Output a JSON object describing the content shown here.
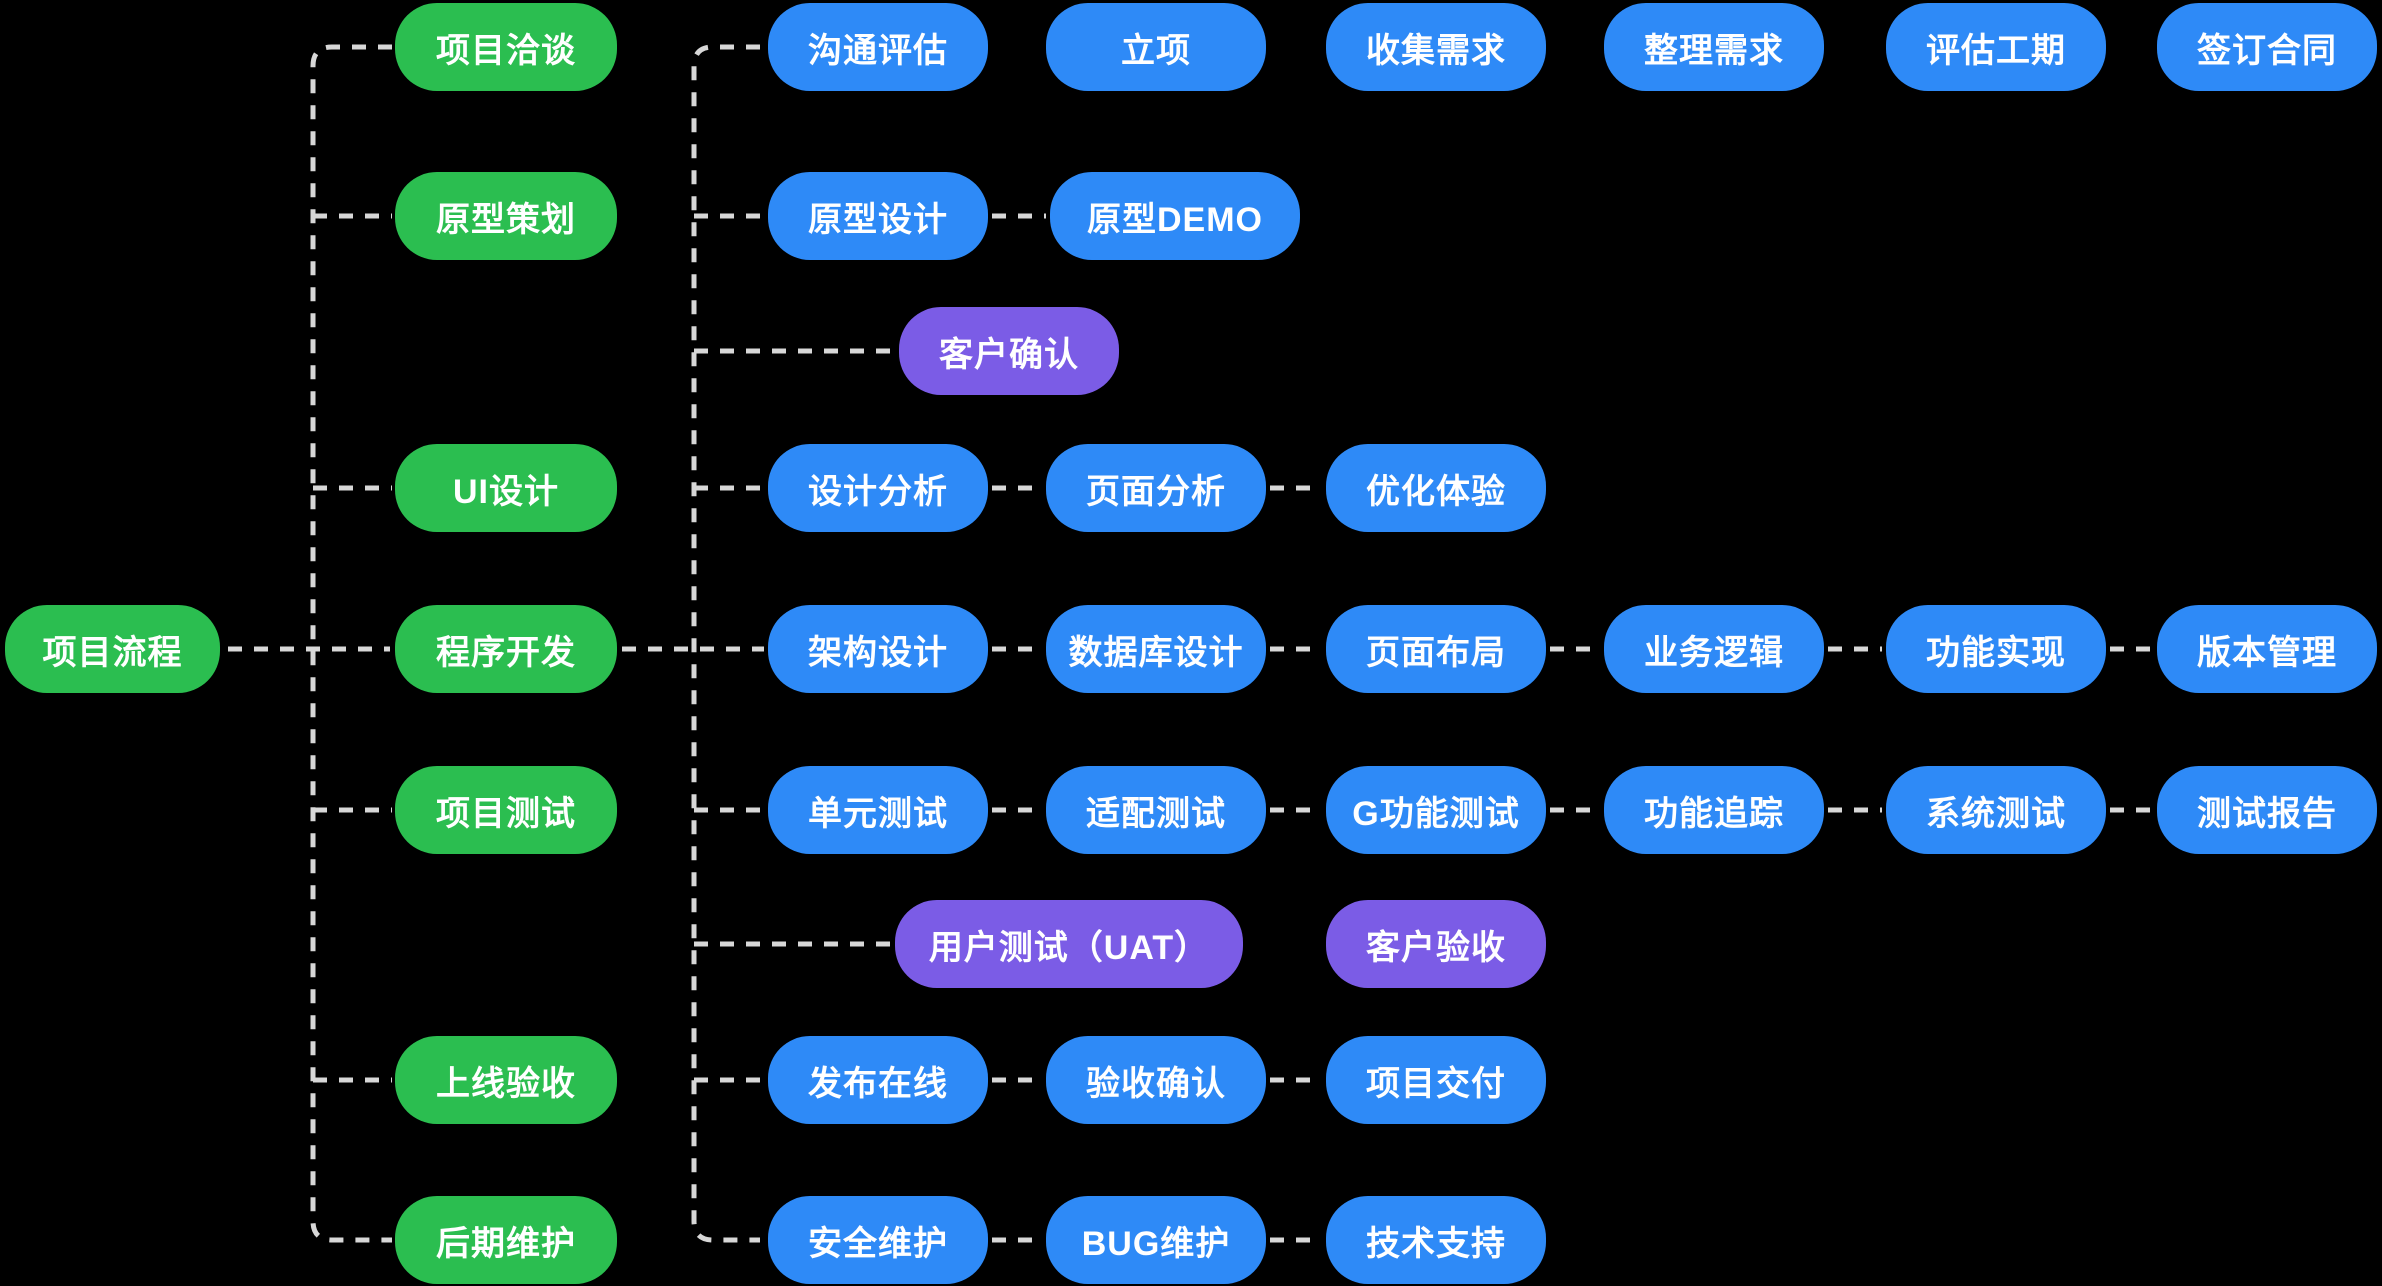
{
  "colors": {
    "green": "#2BBE50",
    "blue": "#2E8AF7",
    "purple": "#7B5CE6",
    "connector": "#D7D7D7",
    "background": "#000000",
    "text": "#FFFFFF"
  },
  "diagram": {
    "root": {
      "label": "项目流程",
      "color": "green"
    },
    "rows": [
      {
        "branch": {
          "label": "项目洽谈",
          "color": "green"
        },
        "linked": false,
        "nodes": [
          {
            "label": "沟通评估",
            "color": "blue"
          },
          {
            "label": "立项",
            "color": "blue"
          },
          {
            "label": "收集需求",
            "color": "blue"
          },
          {
            "label": "整理需求",
            "color": "blue"
          },
          {
            "label": "评估工期",
            "color": "blue"
          },
          {
            "label": "签订合同",
            "color": "blue"
          }
        ]
      },
      {
        "branch": {
          "label": "原型策划",
          "color": "green"
        },
        "linked": true,
        "nodes": [
          {
            "label": "原型设计",
            "color": "blue"
          },
          {
            "label": "原型DEMO",
            "color": "blue"
          }
        ]
      },
      {
        "branch": null,
        "linked": false,
        "nodes": [
          {
            "label": "客户确认",
            "color": "purple"
          }
        ]
      },
      {
        "branch": {
          "label": "UI设计",
          "color": "green"
        },
        "linked": true,
        "nodes": [
          {
            "label": "设计分析",
            "color": "blue"
          },
          {
            "label": "页面分析",
            "color": "blue"
          },
          {
            "label": "优化体验",
            "color": "blue"
          }
        ]
      },
      {
        "branch": {
          "label": "程序开发",
          "color": "green"
        },
        "linked": true,
        "nodes": [
          {
            "label": "架构设计",
            "color": "blue"
          },
          {
            "label": "数据库设计",
            "color": "blue"
          },
          {
            "label": "页面布局",
            "color": "blue"
          },
          {
            "label": "业务逻辑",
            "color": "blue"
          },
          {
            "label": "功能实现",
            "color": "blue"
          },
          {
            "label": "版本管理",
            "color": "blue"
          }
        ]
      },
      {
        "branch": {
          "label": "项目测试",
          "color": "green"
        },
        "linked": true,
        "nodes": [
          {
            "label": "单元测试",
            "color": "blue"
          },
          {
            "label": "适配测试",
            "color": "blue"
          },
          {
            "label": "G功能测试",
            "color": "blue"
          },
          {
            "label": "功能追踪",
            "color": "blue"
          },
          {
            "label": "系统测试",
            "color": "blue"
          },
          {
            "label": "测试报告",
            "color": "blue"
          }
        ]
      },
      {
        "branch": null,
        "linked": false,
        "nodes": [
          {
            "label": "用户测试（UAT）",
            "color": "purple"
          },
          {
            "label": "客户验收",
            "color": "purple"
          }
        ]
      },
      {
        "branch": {
          "label": "上线验收",
          "color": "green"
        },
        "linked": true,
        "nodes": [
          {
            "label": "发布在线",
            "color": "blue"
          },
          {
            "label": "验收确认",
            "color": "blue"
          },
          {
            "label": "项目交付",
            "color": "blue"
          }
        ]
      },
      {
        "branch": {
          "label": "后期维护",
          "color": "green"
        },
        "linked": true,
        "nodes": [
          {
            "label": "安全维护",
            "color": "blue"
          },
          {
            "label": "BUG维护",
            "color": "blue"
          },
          {
            "label": "技术支持",
            "color": "blue"
          }
        ]
      }
    ]
  }
}
